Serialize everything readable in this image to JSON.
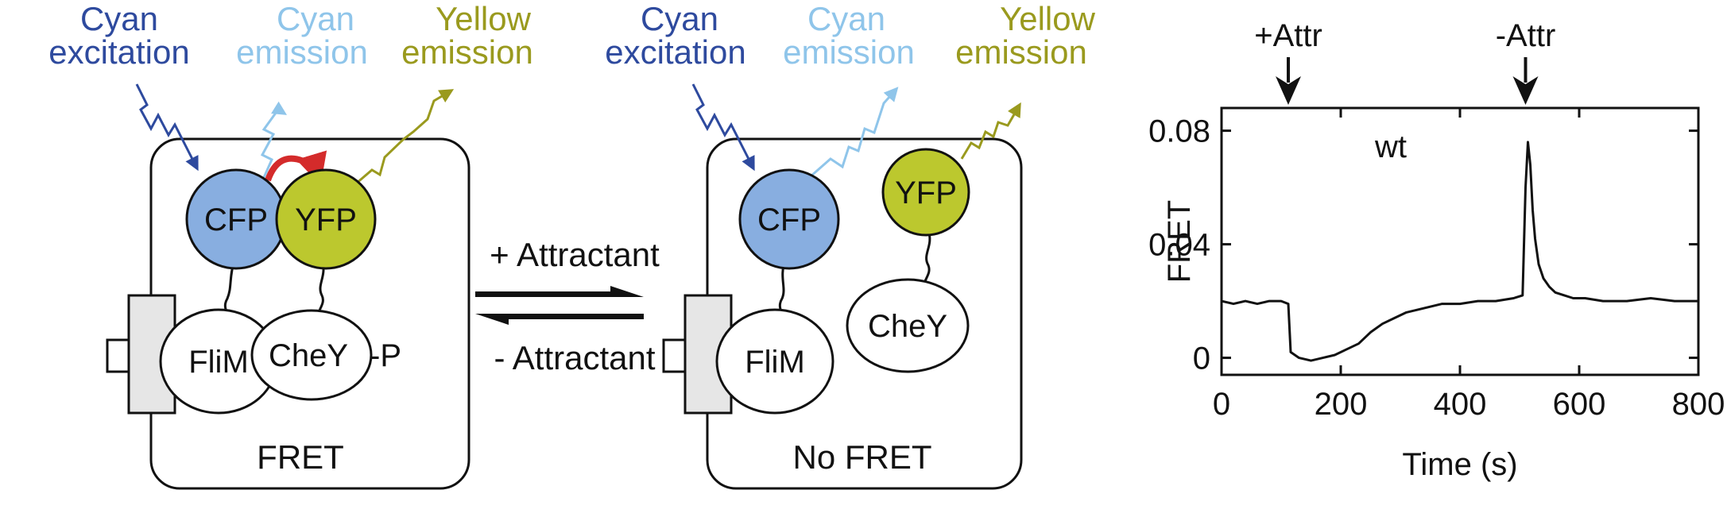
{
  "colors": {
    "cyan_excitation": "#2e4a9e",
    "cyan_emission": "#8fc5ea",
    "yellow_emission": "#9a9a1e",
    "cfp_fill": "#88aee0",
    "yfp_fill": "#bcc82e",
    "fret_arrow": "#d42b2b",
    "motor_fill": "#e6e6e6"
  },
  "left_panel": {
    "cyan_excitation_l1": "Cyan",
    "cyan_excitation_l2": "excitation",
    "cyan_emission_l1": "Cyan",
    "cyan_emission_l2": "emission",
    "yellow_emission_l1": "Yellow",
    "yellow_emission_l2": "emission",
    "cfp": "CFP",
    "yfp": "YFP",
    "flim": "FliM",
    "chey": "CheY",
    "phospho": "-P",
    "state": "FRET"
  },
  "middle": {
    "forward": "+ Attractant",
    "reverse": "- Attractant"
  },
  "right_panel": {
    "cyan_excitation_l1": "Cyan",
    "cyan_excitation_l2": "excitation",
    "cyan_emission_l1": "Cyan",
    "cyan_emission_l2": "emission",
    "yellow_emission_l1": "Yellow",
    "yellow_emission_l2": "emission",
    "cfp": "CFP",
    "yfp": "YFP",
    "flim": "FliM",
    "chey": "CheY",
    "state": "No FRET"
  },
  "chart_data": {
    "type": "line",
    "xlabel": "Time (s)",
    "ylabel": "FRET",
    "xlim": [
      0,
      800
    ],
    "ylim": [
      -0.006,
      0.088
    ],
    "x_ticks": [
      "0",
      "200",
      "400",
      "600",
      "800"
    ],
    "x_tick_values": [
      0,
      200,
      400,
      600,
      800
    ],
    "y_ticks": [
      "0",
      "0.04",
      "0.08"
    ],
    "y_tick_values": [
      0,
      0.04,
      0.08
    ],
    "annotation": "wt",
    "events": [
      {
        "label": "+Attr",
        "x": 112
      },
      {
        "label": "-Attr",
        "x": 510
      }
    ],
    "series": [
      {
        "x": [
          0,
          20,
          40,
          60,
          80,
          100,
          112,
          116,
          130,
          150,
          170,
          190,
          210,
          230,
          250,
          270,
          290,
          310,
          330,
          350,
          370,
          400,
          430,
          460,
          490,
          505,
          510,
          514,
          518,
          522,
          526,
          532,
          540,
          550,
          560,
          575,
          590,
          610,
          640,
          680,
          720,
          760,
          800
        ],
        "y": [
          0.02,
          0.019,
          0.02,
          0.019,
          0.02,
          0.02,
          0.019,
          0.002,
          0.0,
          -0.001,
          0.0,
          0.001,
          0.003,
          0.005,
          0.009,
          0.012,
          0.014,
          0.016,
          0.017,
          0.018,
          0.019,
          0.019,
          0.02,
          0.02,
          0.021,
          0.022,
          0.06,
          0.076,
          0.068,
          0.052,
          0.042,
          0.033,
          0.028,
          0.025,
          0.023,
          0.022,
          0.021,
          0.021,
          0.02,
          0.02,
          0.021,
          0.02,
          0.02
        ]
      }
    ]
  }
}
